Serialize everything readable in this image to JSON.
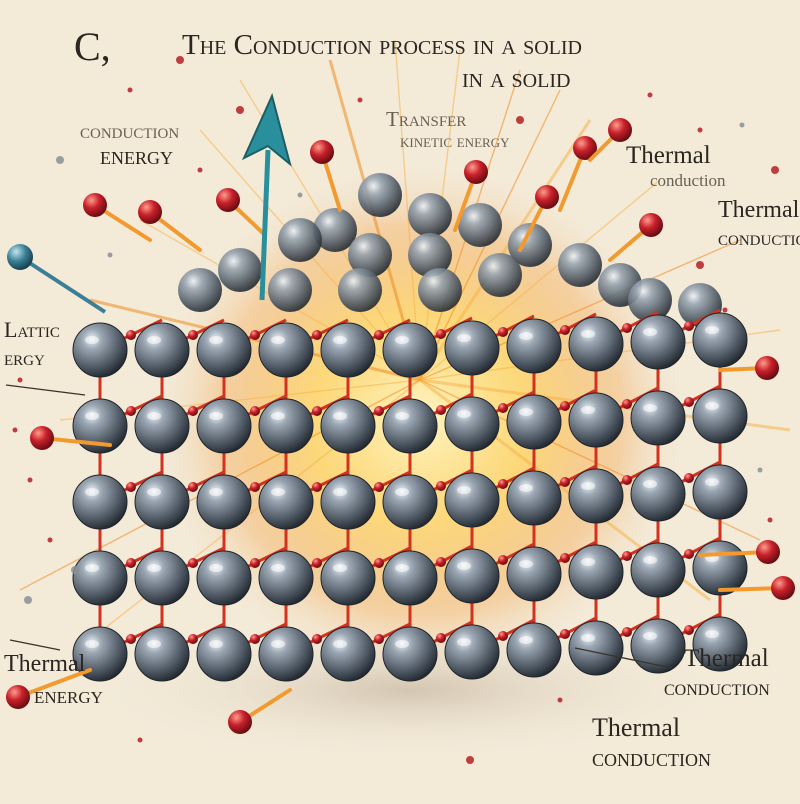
{
  "header": {
    "corner_mark": "C,",
    "title_line1": "The Conduction process in a solid",
    "title_line2": "in a solid"
  },
  "labels": {
    "conduction_energy_top": "conduction",
    "conduction_energy_bottom": "energy",
    "transfer_top": "Transfer",
    "transfer_bottom": "kinetic energy",
    "thermal_top_right_1": "Thermal",
    "thermal_top_right_1_sub": "conduction",
    "thermal_right_2": "Thermal",
    "thermal_right_2_sub": "conduction",
    "lattice_top": "Lattic",
    "lattice_bottom": "ergy",
    "thermal_energy_top": "Thermal",
    "thermal_energy_bottom": "energy",
    "thermal_bottom_right_1": "Thermal",
    "thermal_bottom_right_1_sub": "conduction",
    "thermal_bottom_right_2": "Thermal",
    "thermal_bottom_right_2_sub": "conduction"
  },
  "colors": {
    "background": "#f3ead8",
    "atom": "#5a646f",
    "bond": "#d2321e",
    "particle": "#b51f24",
    "glow": "#ffd25a",
    "arrow": "#2a8f9c"
  }
}
